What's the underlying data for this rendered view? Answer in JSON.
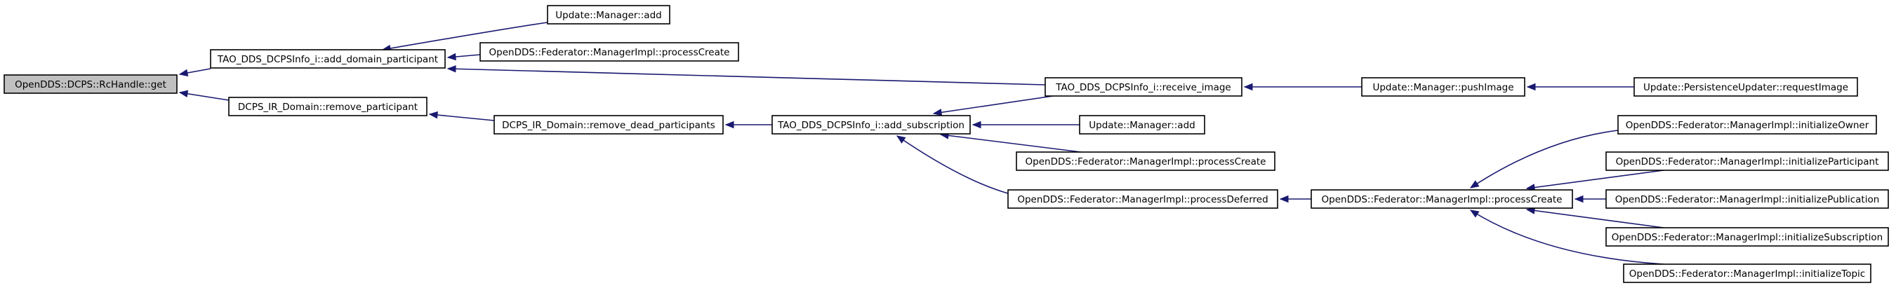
{
  "diagram": {
    "type": "call-graph",
    "nodes": [
      {
        "id": "n0",
        "label": "OpenDDS::DCPS::RcHandle::get",
        "highlighted": true
      },
      {
        "id": "n1",
        "label": "TAO_DDS_DCPSInfo_i::add_domain_participant"
      },
      {
        "id": "n2",
        "label": "DCPS_IR_Domain::remove_participant"
      },
      {
        "id": "n3",
        "label": "Update::Manager::add"
      },
      {
        "id": "n4",
        "label": "OpenDDS::Federator::ManagerImpl::processCreate"
      },
      {
        "id": "n5",
        "label": "TAO_DDS_DCPSInfo_i::receive_image"
      },
      {
        "id": "n6",
        "label": "DCPS_IR_Domain::remove_dead_participants"
      },
      {
        "id": "n7",
        "label": "TAO_DDS_DCPSInfo_i::add_subscription"
      },
      {
        "id": "n8",
        "label": "Update::Manager::pushImage"
      },
      {
        "id": "n9",
        "label": "Update::PersistenceUpdater::requestImage"
      },
      {
        "id": "n10",
        "label": "Update::Manager::add"
      },
      {
        "id": "n11",
        "label": "OpenDDS::Federator::ManagerImpl::processCreate"
      },
      {
        "id": "n12",
        "label": "OpenDDS::Federator::ManagerImpl::processDeferred"
      },
      {
        "id": "n13",
        "label": "OpenDDS::Federator::ManagerImpl::processCreate"
      },
      {
        "id": "n14",
        "label": "OpenDDS::Federator::ManagerImpl::initializeOwner"
      },
      {
        "id": "n15",
        "label": "OpenDDS::Federator::ManagerImpl::initializeParticipant"
      },
      {
        "id": "n16",
        "label": "OpenDDS::Federator::ManagerImpl::initializePublication"
      },
      {
        "id": "n17",
        "label": "OpenDDS::Federator::ManagerImpl::initializeSubscription"
      },
      {
        "id": "n18",
        "label": "OpenDDS::Federator::ManagerImpl::initializeTopic"
      }
    ],
    "edges": [
      {
        "from": "n1",
        "to": "n0"
      },
      {
        "from": "n2",
        "to": "n0"
      },
      {
        "from": "n3",
        "to": "n1"
      },
      {
        "from": "n4",
        "to": "n1"
      },
      {
        "from": "n5",
        "to": "n1"
      },
      {
        "from": "n6",
        "to": "n2"
      },
      {
        "from": "n7",
        "to": "n6"
      },
      {
        "from": "n8",
        "to": "n5"
      },
      {
        "from": "n9",
        "to": "n8"
      },
      {
        "from": "n5",
        "to": "n7"
      },
      {
        "from": "n10",
        "to": "n7"
      },
      {
        "from": "n11",
        "to": "n7"
      },
      {
        "from": "n12",
        "to": "n7"
      },
      {
        "from": "n13",
        "to": "n12"
      },
      {
        "from": "n14",
        "to": "n13"
      },
      {
        "from": "n15",
        "to": "n13"
      },
      {
        "from": "n16",
        "to": "n13"
      },
      {
        "from": "n17",
        "to": "n13"
      },
      {
        "from": "n18",
        "to": "n13"
      }
    ],
    "colors": {
      "edge": "#191970",
      "node_border": "#000000",
      "node_fill": "#ffffff",
      "highlight_fill": "#c0c0c0"
    }
  }
}
